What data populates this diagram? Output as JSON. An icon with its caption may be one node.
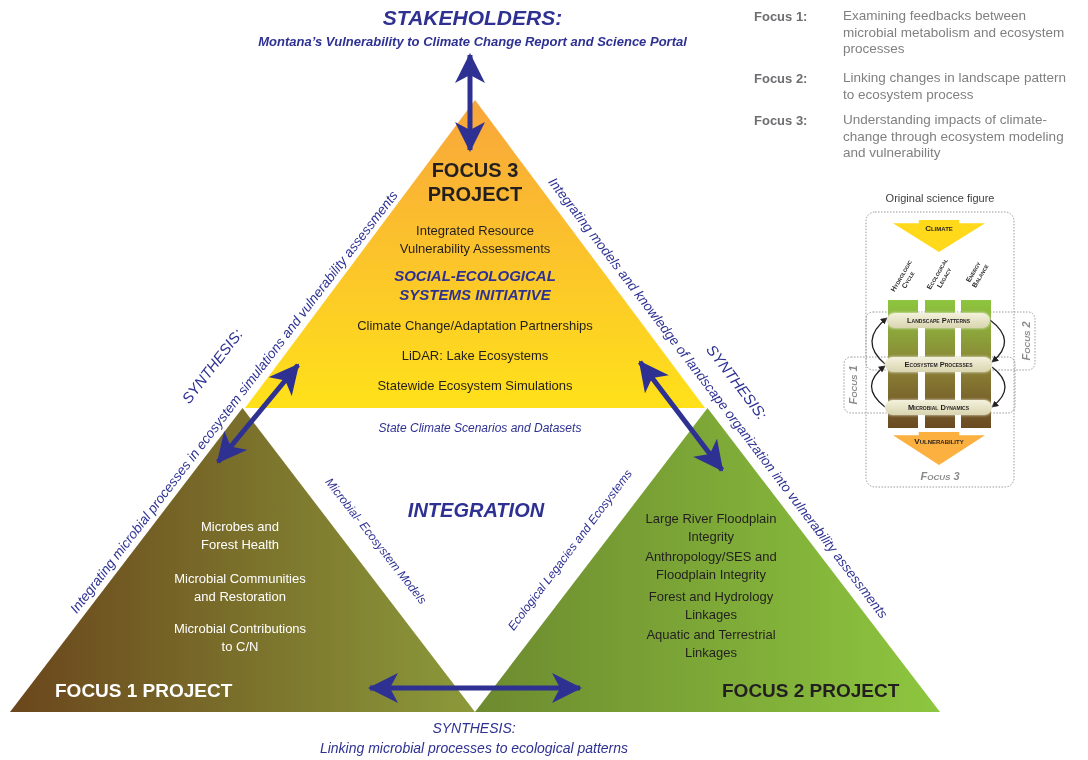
{
  "diagram": {
    "nodes": [
      {
        "text": [
          "STAKEHOLDERS:",
          "Montana’s Vulnerability to Climate Change Report and Science Portal"
        ]
      },
      {
        "text": [
          "FOCUS 3 PROJECT",
          "Integrated Resource Vulnerability Assessments",
          "SOCIAL-ECOLOGICAL SYSTEMS INITIATIVE",
          "Climate Change/Adaptation Partnerships",
          "LiDAR: Lake Ecosystems",
          "Statewide Ecosystem Simulations"
        ]
      },
      {
        "text": [
          "Microbes and Forest Health",
          "Microbial Communities and Restoration",
          "Microbial Contributions to C/N",
          "FOCUS 1 PROJECT"
        ]
      },
      {
        "text": [
          "Large River Floodplain Integrity",
          "Anthropology/SES and Floodplain Integrity",
          "Forest and Hydrology Linkages",
          "Aquatic and Terrestrial Linkages",
          "FOCUS 2 PROJECT"
        ]
      },
      {
        "text": [
          "Climate"
        ]
      },
      {
        "text": [
          "Landscape Patterns"
        ]
      },
      {
        "text": [
          "Ecosystem Processes"
        ]
      },
      {
        "text": [
          "Microbial Dynamics"
        ]
      },
      {
        "text": [
          "Vulnerability"
        ]
      }
    ],
    "edges": [
      {
        "from": 0,
        "to": 1,
        "arrow": "both",
        "style": "thick"
      },
      {
        "from": 1,
        "to": 2,
        "arrow": "both",
        "style": "thick"
      },
      {
        "from": 1,
        "to": 3,
        "arrow": "both",
        "style": "thick"
      },
      {
        "from": 2,
        "to": 3,
        "arrow": "both",
        "style": "thick"
      },
      {
        "from": 6,
        "to": 5,
        "arrow": "to",
        "color": "#231f20"
      },
      {
        "from": 7,
        "to": 6,
        "arrow": "to",
        "color": "#231f20"
      },
      {
        "from": 5,
        "to": 6,
        "arrow": "to",
        "color": "#231f20"
      },
      {
        "from": 6,
        "to": 7,
        "arrow": "to",
        "color": "#231f20"
      }
    ],
    "labels": [
      "Focus 1:",
      "Examining feedbacks between microbial metabolism and ecosystem processes",
      "Focus 2:",
      "Linking changes in landscape pattern to ecosystem process",
      "Focus 3:",
      "Understanding impacts of climate-change through ecosystem modeling and vulnerability",
      "SYNTHESIS:",
      "Integrating microbial processes in ecosystem simulations and vulnerability assessments",
      "Integrating models and knowledge of landscape organization into vulnerability assessments",
      "SYNTHESIS:",
      "Original science figure",
      "Hydrologic Cycle",
      "Ecological Legacy",
      "Energy Balance",
      "Focus 2",
      "Focus 1",
      "Focus 3",
      "State Climate Scenarios and Datasets",
      "INTEGRATION",
      "Microbial- Ecosystem Models",
      "Ecological Legacies and Ecosystems",
      "SYNTHESIS:",
      "Linking microbial processes to ecological patterns"
    ]
  }
}
